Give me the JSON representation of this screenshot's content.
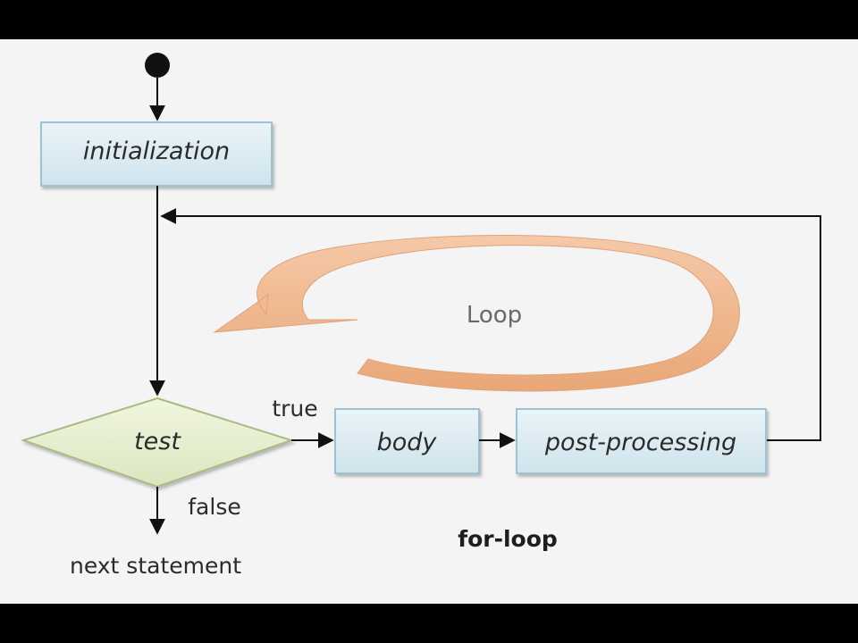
{
  "diagram": {
    "nodes": {
      "initialization": "initialization",
      "test": "test",
      "body": "body",
      "post_processing": "post-processing"
    },
    "edge_labels": {
      "true": "true",
      "false": "false"
    },
    "next_statement": "next statement",
    "loop_label": "Loop",
    "caption": "for-loop"
  }
}
